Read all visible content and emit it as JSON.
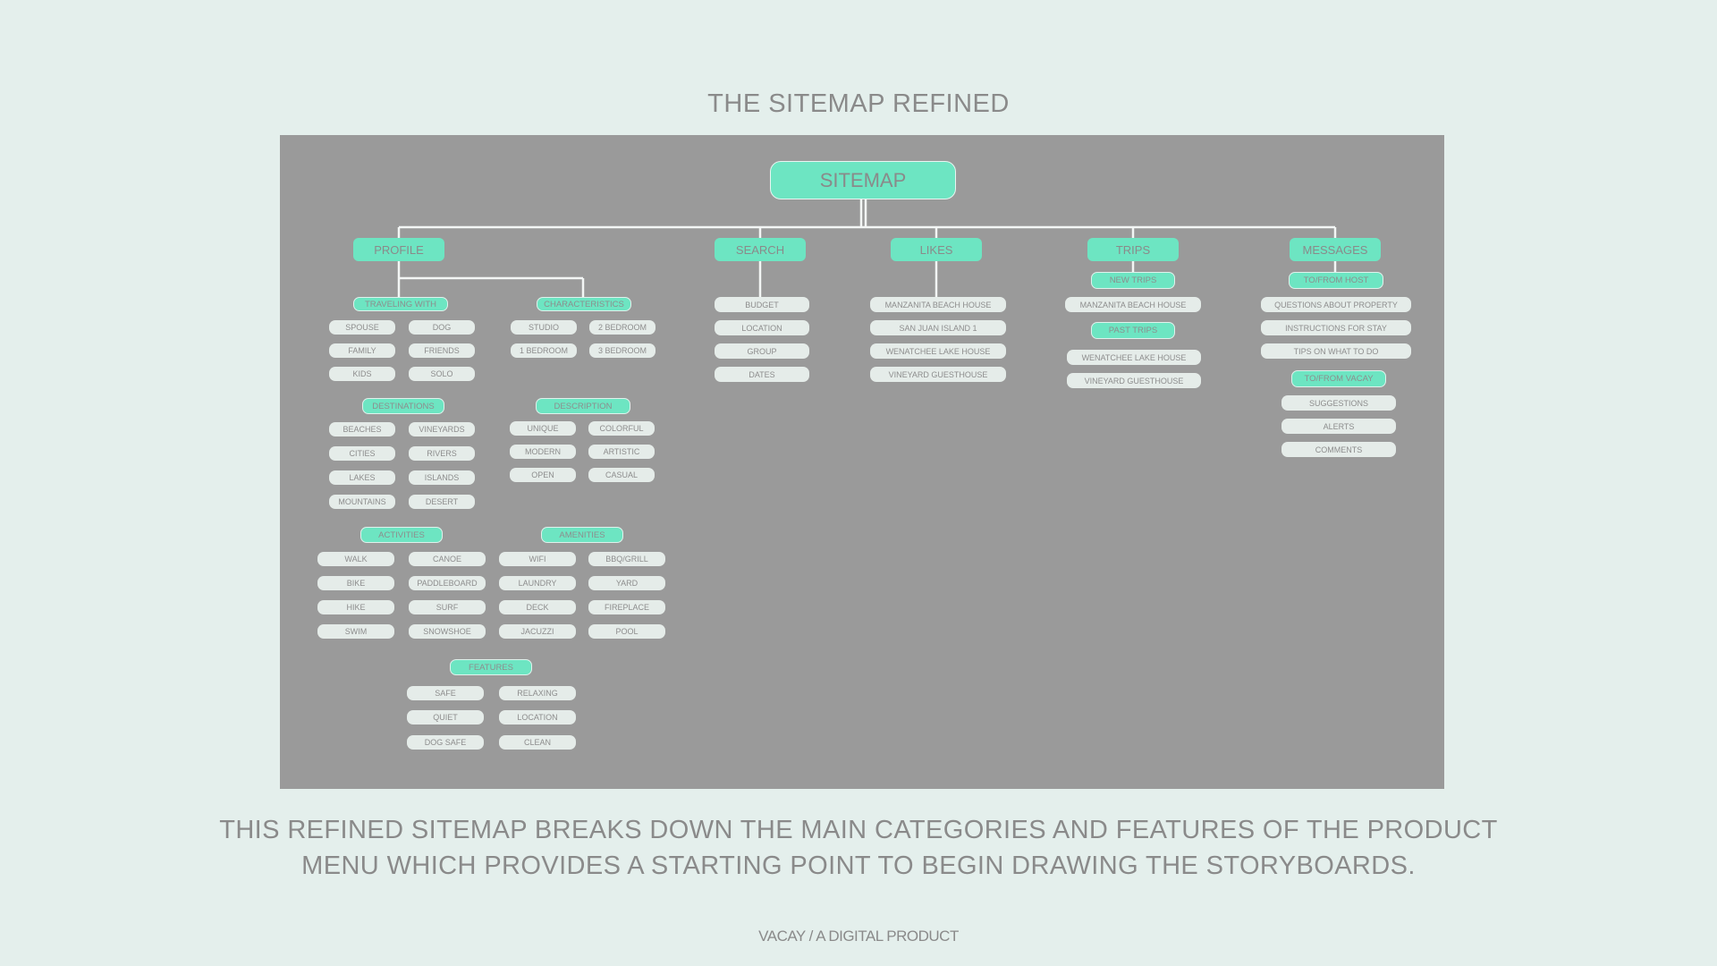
{
  "title": "THE SITEMAP REFINED",
  "sitemap": {
    "root": "SITEMAP",
    "main": [
      "PROFILE",
      "SEARCH",
      "LIKES",
      "TRIPS",
      "MESSAGES"
    ],
    "profile": {
      "traveling_with": {
        "label": "TRAVELING WITH",
        "items": [
          "SPOUSE",
          "DOG",
          "FAMILY",
          "FRIENDS",
          "KIDS",
          "SOLO"
        ]
      },
      "characteristics": {
        "label": "CHARACTERISTICS",
        "items": [
          "STUDIO",
          "2 BEDROOM",
          "1 BEDROOM",
          "3 BEDROOM"
        ]
      },
      "destinations": {
        "label": "DESTINATIONS",
        "items": [
          "BEACHES",
          "VINEYARDS",
          "CITIES",
          "RIVERS",
          "LAKES",
          "ISLANDS",
          "MOUNTAINS",
          "DESERT"
        ]
      },
      "description": {
        "label": "DESCRIPTION",
        "items": [
          "UNIQUE",
          "COLORFUL",
          "MODERN",
          "ARTISTIC",
          "OPEN",
          "CASUAL"
        ]
      },
      "activities": {
        "label": "ACTIVITIES",
        "items": [
          "WALK",
          "CANOE",
          "BIKE",
          "PADDLEBOARD",
          "HIKE",
          "SURF",
          "SWIM",
          "SNOWSHOE"
        ]
      },
      "amenities": {
        "label": "AMENITIES",
        "items": [
          "WIFI",
          "BBQ/GRILL",
          "LAUNDRY",
          "YARD",
          "DECK",
          "FIREPLACE",
          "JACUZZI",
          "POOL"
        ]
      },
      "features": {
        "label": "FEATURES",
        "items": [
          "SAFE",
          "RELAXING",
          "QUIET",
          "LOCATION",
          "DOG SAFE",
          "CLEAN"
        ]
      }
    },
    "search": [
      "BUDGET",
      "LOCATION",
      "GROUP",
      "DATES"
    ],
    "likes": [
      "MANZANITA BEACH HOUSE",
      "SAN JUAN ISLAND 1",
      "WENATCHEE LAKE HOUSE",
      "VINEYARD GUESTHOUSE"
    ],
    "trips": {
      "new_trips": {
        "label": "NEW TRIPS",
        "items": [
          "MANZANITA BEACH HOUSE"
        ]
      },
      "past_trips": {
        "label": "PAST TRIPS",
        "items": [
          "WENATCHEE LAKE HOUSE",
          "VINEYARD GUESTHOUSE"
        ]
      }
    },
    "messages": {
      "to_from_host": {
        "label": "TO/FROM HOST",
        "items": [
          "QUESTIONS ABOUT PROPERTY",
          "INSTRUCTIONS FOR STAY",
          "TIPS ON WHAT TO DO"
        ]
      },
      "to_from_vacay": {
        "label": "TO/FROM VACAY",
        "items": [
          "SUGGESTIONS",
          "ALERTS",
          "COMMENTS"
        ]
      }
    }
  },
  "caption": {
    "line1": "THIS REFINED SITEMAP BREAKS DOWN THE MAIN CATEGORIES AND FEATURES OF THE PRODUCT",
    "line2": "MENU WHICH PROVIDES A STARTING POINT TO BEGIN DRAWING THE STORYBOARDS."
  },
  "footer": "VACAY / A  DIGITAL PRODUCT",
  "colors": {
    "background": "#e4efec",
    "panel": "#9a9a9a",
    "accent": "#6de5c2",
    "leaf": "#e5ece9",
    "text": "#8a8a8a"
  }
}
